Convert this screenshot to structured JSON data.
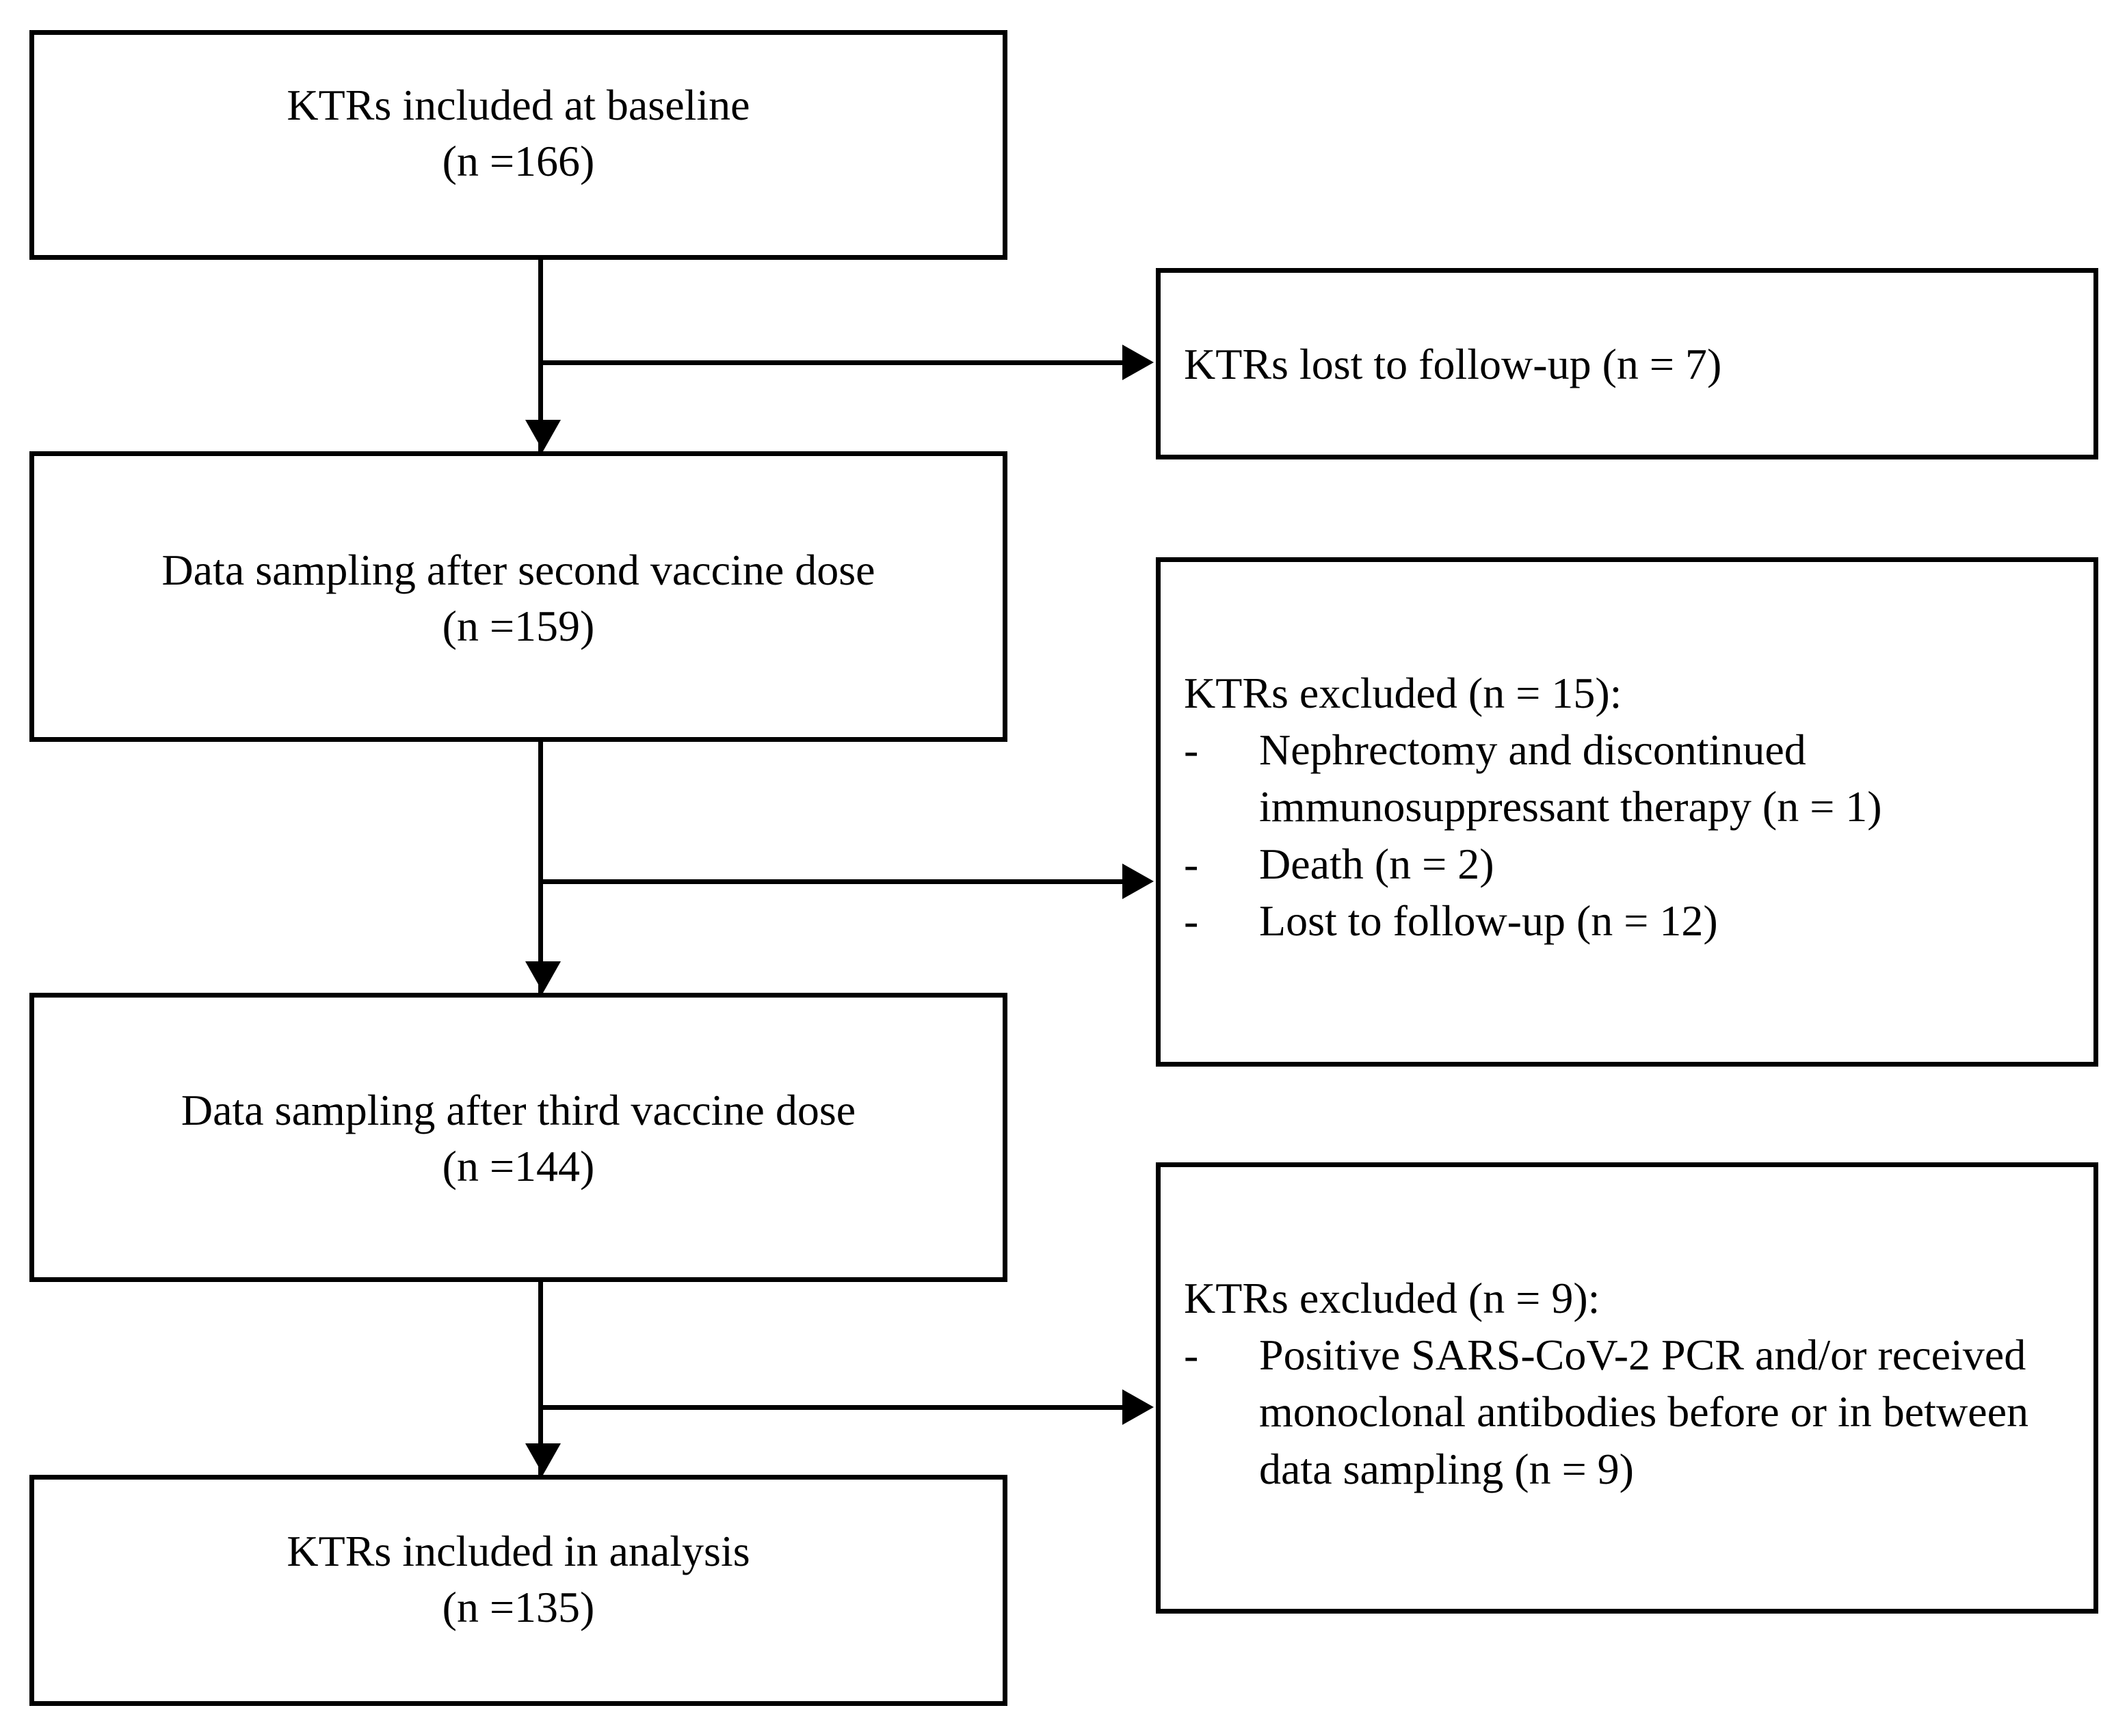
{
  "diagram": {
    "type": "flowchart",
    "title": "KTR study participant flow diagram",
    "orientation": "vertical-with-right-branches",
    "colors": {
      "stroke": "#000000",
      "fill": "#ffffff",
      "text": "#000000"
    }
  },
  "flow_nodes": [
    {
      "id": "baseline",
      "line1": "KTRs included at baseline",
      "line2": "(n =166)",
      "n": 166
    },
    {
      "id": "second-dose",
      "line1": "Data sampling after second vaccine dose",
      "line2": "(n =159)",
      "n": 159
    },
    {
      "id": "third-dose",
      "line1": "Data sampling after third vaccine dose",
      "line2": "(n =144)",
      "n": 144
    },
    {
      "id": "analysis",
      "line1": "KTRs included in analysis",
      "line2": "(n =135)",
      "n": 135
    }
  ],
  "exclusion_nodes": [
    {
      "id": "lost-followup-7",
      "heading": "KTRs lost to follow-up (n = 7)",
      "n": 7,
      "bullets": []
    },
    {
      "id": "excluded-15",
      "heading": "KTRs excluded (n = 15):",
      "n": 15,
      "bullets": [
        {
          "dash": "-",
          "text": "Nephrectomy and discontinued immunosuppressant therapy (n = 1)",
          "n": 1
        },
        {
          "dash": "-",
          "text": "Death (n = 2)",
          "n": 2
        },
        {
          "dash": "-",
          "text": "Lost to follow-up (n = 12)",
          "n": 12
        }
      ]
    },
    {
      "id": "excluded-9",
      "heading": "KTRs excluded (n = 9):",
      "n": 9,
      "bullets": [
        {
          "dash": "-",
          "text": "Positive SARS-CoV-2 PCR and/or received monoclonal antibodies before  or in between data sampling (n = 9)",
          "n": 9
        }
      ]
    }
  ]
}
